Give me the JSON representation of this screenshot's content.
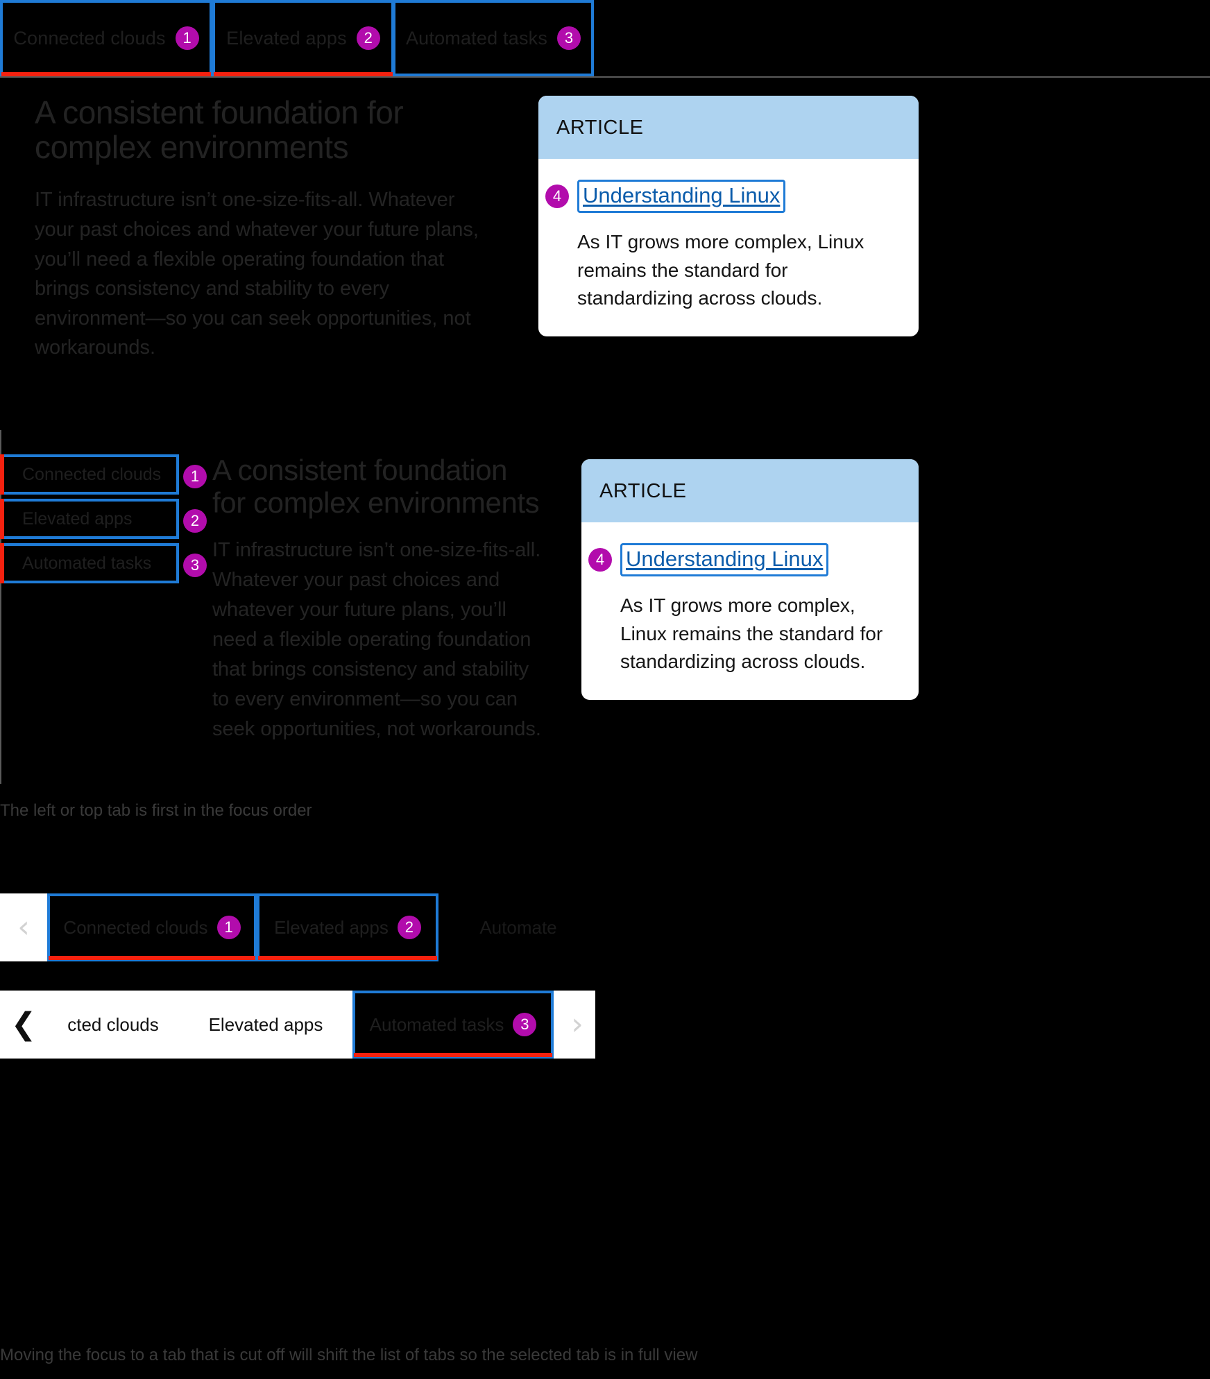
{
  "section1": {
    "tabs": [
      {
        "label": "Connected clouds",
        "badge": "1"
      },
      {
        "label": "Elevated apps",
        "badge": "2"
      },
      {
        "label": "Automated tasks",
        "badge": "3"
      }
    ],
    "heading": "A consistent foundation for complex environments",
    "body": "IT infrastructure isn’t one-size-fits-all. Whatever your past choices and whatever your future plans, you’ll need a flexible operating foundation that brings consistency and stability to every environment—so you can seek opportunities, not workarounds.",
    "card": {
      "kicker": "ARTICLE",
      "badge": "4",
      "link": "Understanding Linux",
      "description": "As IT grows more complex, Linux remains the standard for standardizing across clouds."
    }
  },
  "section2": {
    "tabs": [
      {
        "label": "Connected clouds",
        "badge": "1"
      },
      {
        "label": "Elevated apps",
        "badge": "2"
      },
      {
        "label": "Automated tasks",
        "badge": "3"
      }
    ],
    "heading": "A consistent foundation for complex environments",
    "body": "IT infrastructure isn’t one-size-fits-all. Whatever your past choices and whatever your future plans, you’ll need a flexible operating foundation that brings consistency and stability to every environment—so you can seek opportunities, not workarounds.",
    "card": {
      "kicker": "ARTICLE",
      "badge": "4",
      "link": "Understanding Linux",
      "description": "As IT grows more complex, Linux remains the standard for standardizing across clouds."
    },
    "caption": "The left or top tab is first in the focus order"
  },
  "section3": {
    "carousel_one": {
      "prev_icon": "chevron-left",
      "prev_glyph": "‹",
      "next_icon": "chevron-right",
      "next_glyph": "❯",
      "tabs": [
        {
          "label": "Connected clouds",
          "badge": "1"
        },
        {
          "label": "Elevated apps",
          "badge": "2"
        },
        {
          "label": "Automate",
          "badge": ""
        }
      ]
    },
    "carousel_two": {
      "prev_icon": "chevron-left",
      "prev_glyph": "❮",
      "next_icon": "chevron-right",
      "next_glyph": "›",
      "tabs": [
        {
          "label": "cted clouds",
          "badge": ""
        },
        {
          "label": "Elevated apps",
          "badge": ""
        },
        {
          "label": "Automated tasks",
          "badge": "3"
        }
      ]
    },
    "caption": "Moving the focus to a tab that is cut off will shift the list of tabs so the selected tab is in full view"
  },
  "colors": {
    "focus_outline": "#1f7bd6",
    "active_indicator": "#f5210f",
    "badge_bg": "#b20cac",
    "card_header_bg": "#aed3f0",
    "link": "#0b5cab",
    "background": "#000000"
  }
}
